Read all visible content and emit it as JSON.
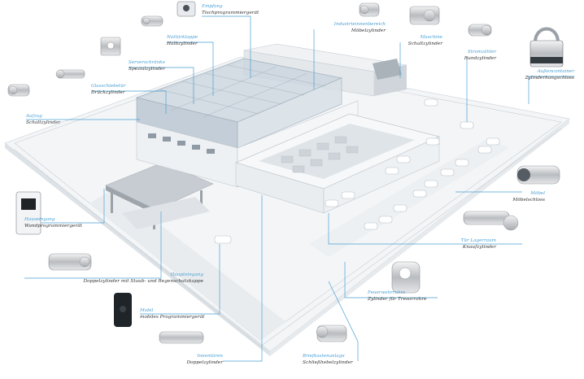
{
  "colors": {
    "leader": "#4aa0d3",
    "label": "#4aa0d3",
    "text": "#333333",
    "building": "#e8ecef",
    "glass": "#b8c6d2"
  },
  "callouts": [
    {
      "id": "empfang",
      "location": "Empfang",
      "product": "Tischprogrammiergerät",
      "icon": "desktop-programmer-icon"
    },
    {
      "id": "nottuer",
      "location": "Nottürklappe",
      "product": "Halbzylinder",
      "icon": "half-cylinder-icon"
    },
    {
      "id": "serverschrank",
      "location": "Serverschränke",
      "product": "Spezialzylinder",
      "icon": "special-cylinder-icon"
    },
    {
      "id": "glasschiebetuer",
      "location": "Glasschiebetür",
      "product": "Drückzylinder",
      "icon": "push-cylinder-icon"
    },
    {
      "id": "aufzug",
      "location": "Aufzug",
      "product": "Schaltzylinder",
      "icon": "switch-cylinder-icon"
    },
    {
      "id": "industrie",
      "location": "Industrieinnenbereich",
      "product": "Möbelzylinder",
      "icon": "furniture-cylinder-icon"
    },
    {
      "id": "maschine",
      "location": "Maschine",
      "product": "Schaltzylinder",
      "icon": "switch-cylinder-icon"
    },
    {
      "id": "stromzaehler",
      "location": "Stromzähler",
      "product": "Rundzylinder",
      "icon": "round-cylinder-icon"
    },
    {
      "id": "aussencontainer",
      "location": "Außencontainer",
      "product": "Zylinderhangschloss",
      "icon": "padlock-icon"
    },
    {
      "id": "moebel",
      "location": "Möbel",
      "product": "Möbelschloss",
      "icon": "furniture-lock-icon"
    },
    {
      "id": "lagerraum",
      "location": "Tür Lagerraum",
      "product": "Knaufzylinder",
      "icon": "knob-cylinder-icon"
    },
    {
      "id": "feuerwehr",
      "location": "Feuerwehrrohre",
      "product": "Zylinder für Tresorrohre",
      "icon": "tube-cylinder-icon"
    },
    {
      "id": "briefkasten",
      "location": "Briefkastenanlage",
      "product": "Schließhebelzylinder",
      "icon": "lever-cylinder-icon"
    },
    {
      "id": "innentueren",
      "location": "Innentüren",
      "product": "Doppelzylinder",
      "icon": "double-cylinder-icon"
    },
    {
      "id": "mobil",
      "location": "Mobil",
      "product": "mobiles Programmiergerät",
      "icon": "mobile-programmer-icon"
    },
    {
      "id": "haupteingang",
      "location": "Haupteingang",
      "product": "Doppelzylinder mit Staub- und Regenschutzkappe",
      "icon": "double-cylinder-cap-icon"
    },
    {
      "id": "hauseingang",
      "location": "Hauseingang",
      "product": "Wandprogrammiergerät",
      "icon": "wall-programmer-icon"
    }
  ]
}
